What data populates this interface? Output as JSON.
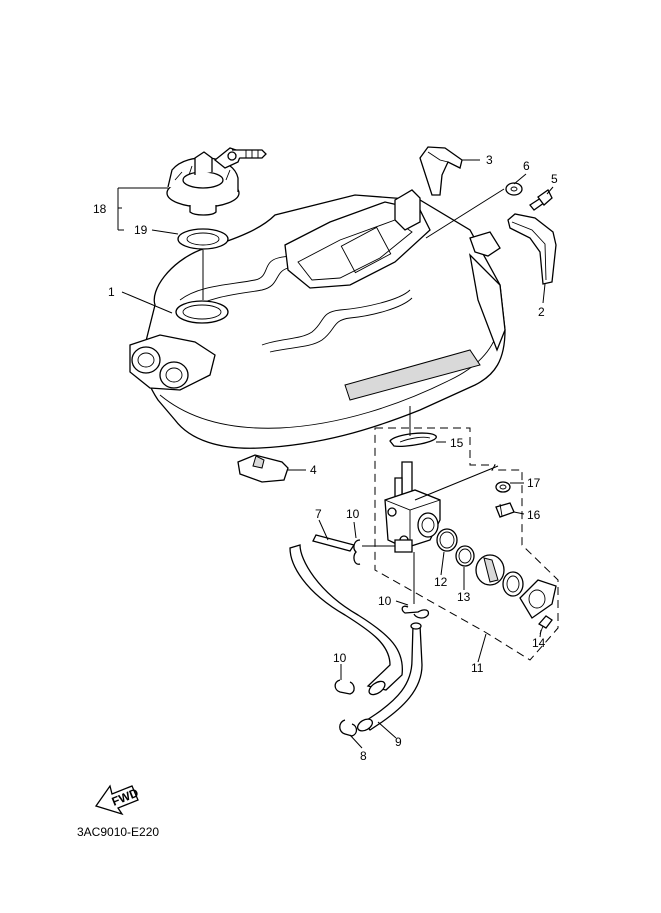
{
  "drawing_code": "3AC9010-E220",
  "fwd_label": "FWD",
  "callouts": [
    {
      "id": "c1",
      "label": "1"
    },
    {
      "id": "c2",
      "label": "2"
    },
    {
      "id": "c3",
      "label": "3"
    },
    {
      "id": "c4",
      "label": "4"
    },
    {
      "id": "c5",
      "label": "5"
    },
    {
      "id": "c6",
      "label": "6"
    },
    {
      "id": "c7",
      "label": "7"
    },
    {
      "id": "c8",
      "label": "8"
    },
    {
      "id": "c9",
      "label": "9"
    },
    {
      "id": "c10a",
      "label": "10"
    },
    {
      "id": "c10b",
      "label": "10"
    },
    {
      "id": "c10c",
      "label": "10"
    },
    {
      "id": "c11",
      "label": "11"
    },
    {
      "id": "c12",
      "label": "12"
    },
    {
      "id": "c13",
      "label": "13"
    },
    {
      "id": "c14",
      "label": "14"
    },
    {
      "id": "c15",
      "label": "15"
    },
    {
      "id": "c16",
      "label": "16"
    },
    {
      "id": "c17",
      "label": "17"
    },
    {
      "id": "c18",
      "label": "18"
    },
    {
      "id": "c19",
      "label": "19"
    }
  ]
}
